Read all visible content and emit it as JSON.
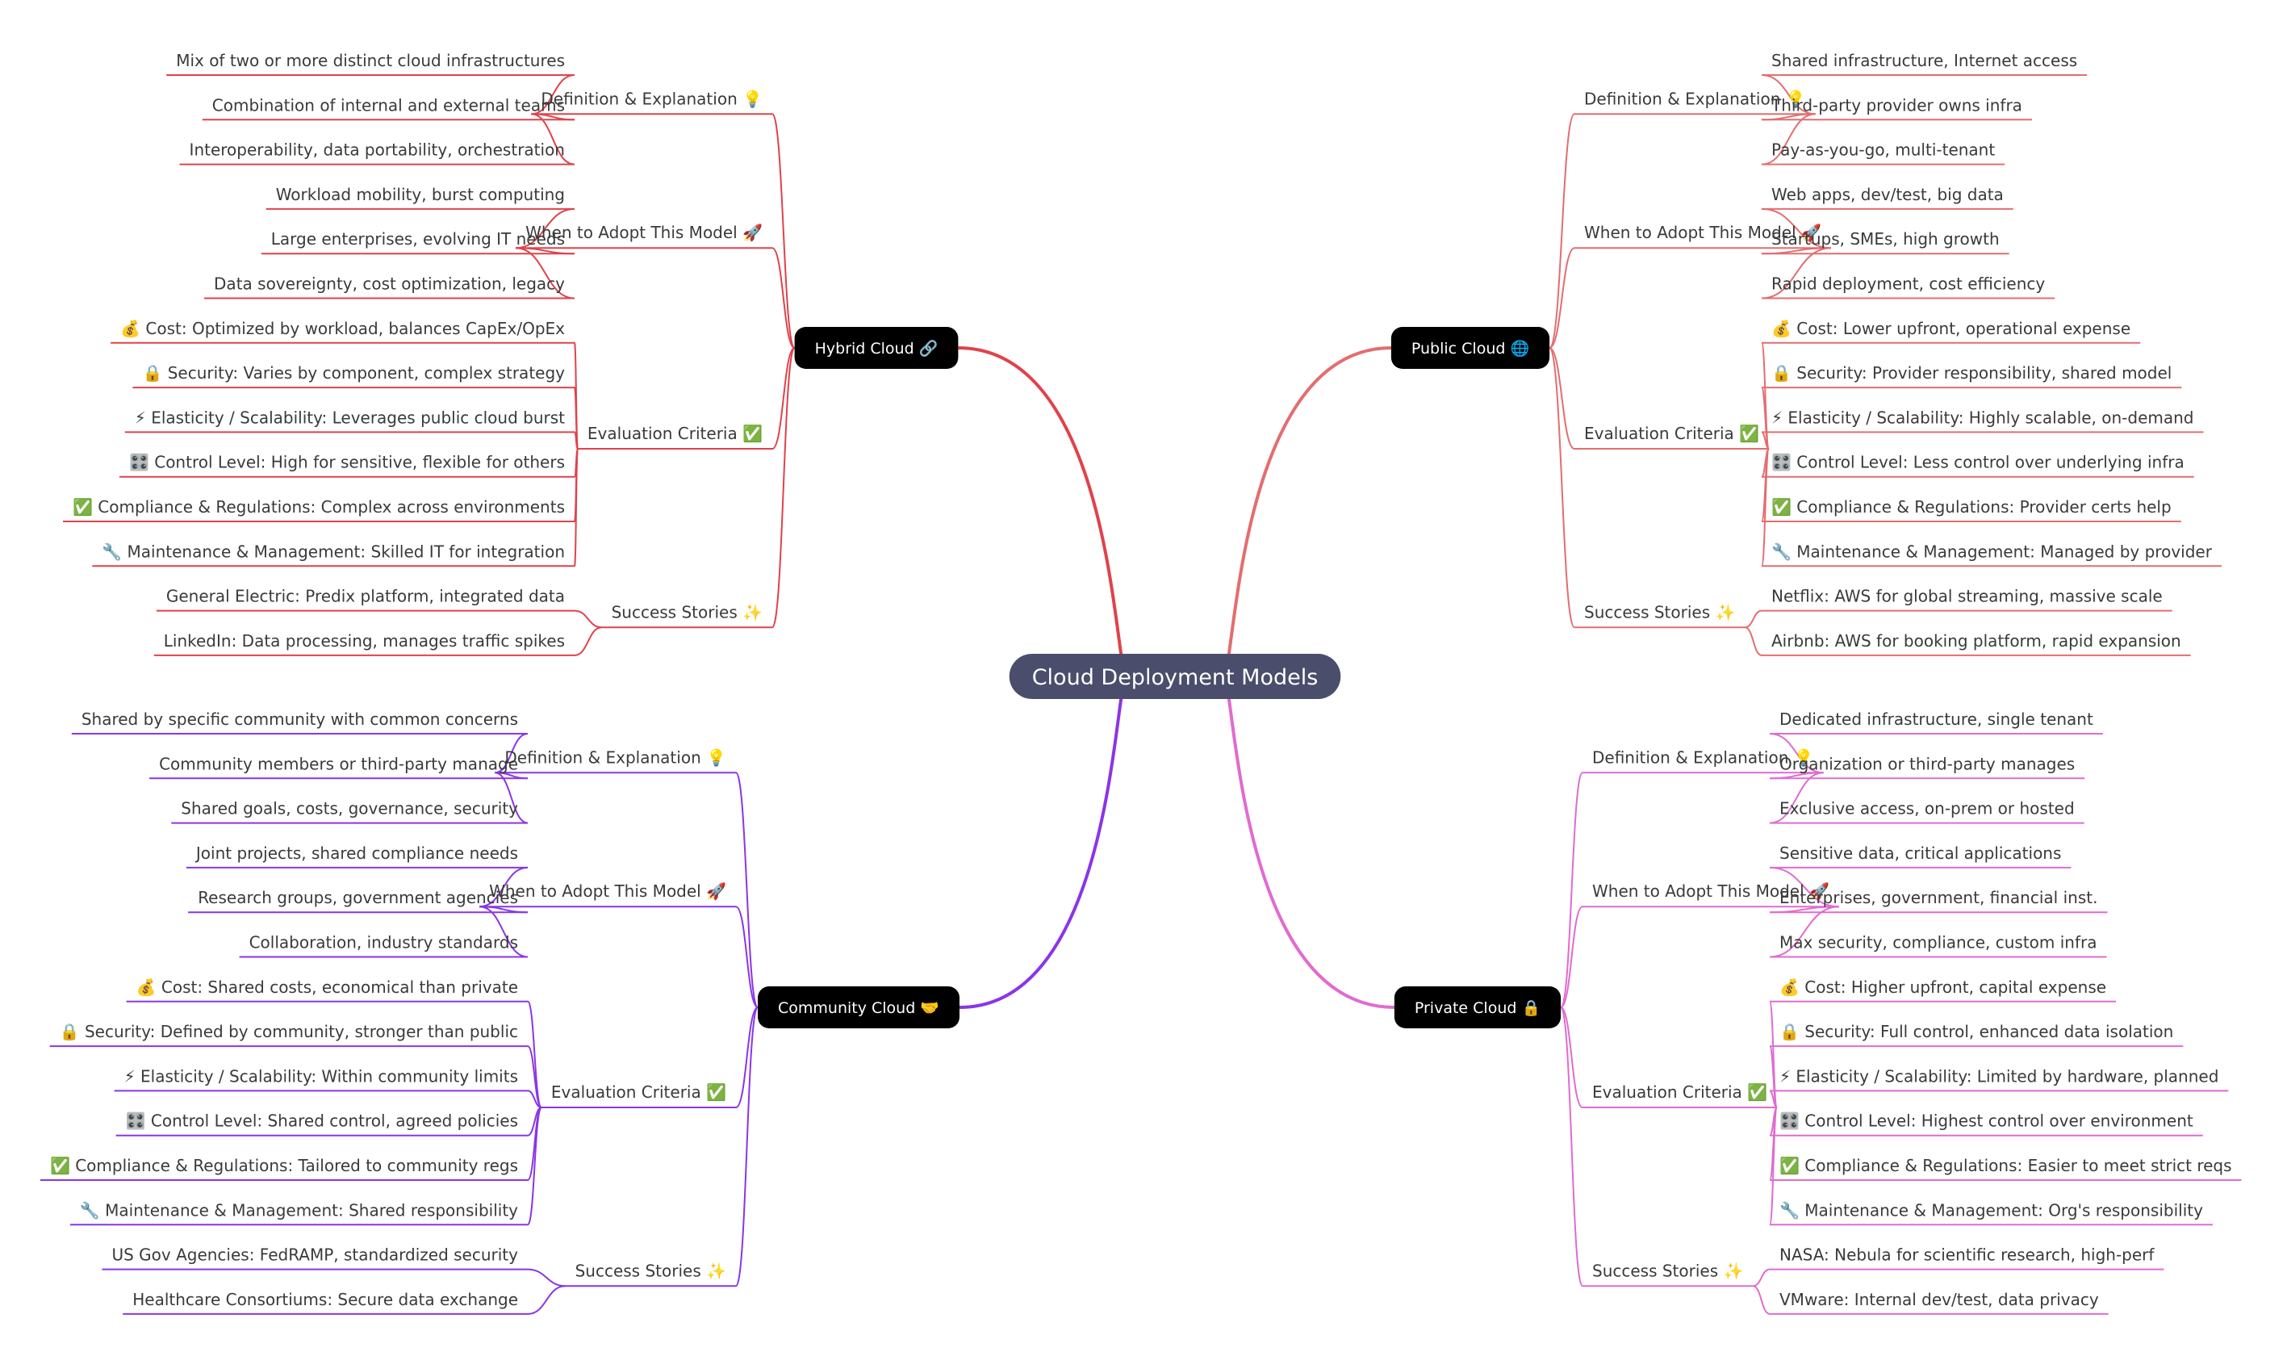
{
  "root": {
    "label": "Cloud Deployment Models",
    "color": "#4a4d6b"
  },
  "categories": [
    {
      "key": "hybrid",
      "label": "Hybrid Cloud 🔗",
      "side": "left",
      "color": "#e0424b",
      "branches": [
        {
          "label": "Definition & Explanation 💡",
          "leaves": [
            "Mix of two or more distinct cloud infrastructures",
            "Combination of internal and external teams",
            "Interoperability, data portability, orchestration"
          ]
        },
        {
          "label": "When to Adopt This Model 🚀",
          "leaves": [
            "Workload mobility, burst computing",
            "Large enterprises, evolving IT needs",
            "Data sovereignty, cost optimization, legacy"
          ]
        },
        {
          "label": "Evaluation Criteria ✅",
          "leaves": [
            "💰 Cost: Optimized by workload, balances CapEx/OpEx",
            "🔒 Security: Varies by component, complex strategy",
            "⚡ Elasticity / Scalability: Leverages public cloud burst",
            "🎛️ Control Level: High for sensitive, flexible for others",
            "✅ Compliance & Regulations: Complex across environments",
            "🔧 Maintenance & Management: Skilled IT for integration"
          ]
        },
        {
          "label": "Success Stories ✨",
          "leaves": [
            "General Electric: Predix platform, integrated data",
            "LinkedIn: Data processing, manages traffic spikes"
          ]
        }
      ]
    },
    {
      "key": "public",
      "label": "Public Cloud 🌐",
      "side": "right",
      "color": "#e36d70",
      "branches": [
        {
          "label": "Definition & Explanation 💡",
          "leaves": [
            "Shared infrastructure, Internet access",
            "Third-party provider owns infra",
            "Pay-as-you-go, multi-tenant"
          ]
        },
        {
          "label": "When to Adopt This Model 🚀",
          "leaves": [
            "Web apps, dev/test, big data",
            "Startups, SMEs, high growth",
            "Rapid deployment, cost efficiency"
          ]
        },
        {
          "label": "Evaluation Criteria ✅",
          "leaves": [
            "💰 Cost: Lower upfront, operational expense",
            "🔒 Security: Provider responsibility, shared model",
            "⚡ Elasticity / Scalability: Highly scalable, on-demand",
            "🎛️ Control Level: Less control over underlying infra",
            "✅ Compliance & Regulations: Provider certs help",
            "🔧 Maintenance & Management: Managed by provider"
          ]
        },
        {
          "label": "Success Stories ✨",
          "leaves": [
            "Netflix: AWS for global streaming, massive scale",
            "Airbnb: AWS for booking platform, rapid expansion"
          ]
        }
      ]
    },
    {
      "key": "community",
      "label": "Community Cloud 🤝",
      "side": "left",
      "color": "#8a35e6",
      "branches": [
        {
          "label": "Definition & Explanation 💡",
          "leaves": [
            "Shared by specific community with common concerns",
            "Community members or third-party manage",
            "Shared goals, costs, governance, security"
          ]
        },
        {
          "label": "When to Adopt This Model 🚀",
          "leaves": [
            "Joint projects, shared compliance needs",
            "Research groups, government agencies",
            "Collaboration, industry standards"
          ]
        },
        {
          "label": "Evaluation Criteria ✅",
          "leaves": [
            "💰 Cost: Shared costs, economical than private",
            "🔒 Security: Defined by community, stronger than public",
            "⚡ Elasticity / Scalability: Within community limits",
            "🎛️ Control Level: Shared control, agreed policies",
            "✅ Compliance & Regulations: Tailored to community regs",
            "🔧 Maintenance & Management: Shared responsibility"
          ]
        },
        {
          "label": "Success Stories ✨",
          "leaves": [
            "US Gov Agencies: FedRAMP, standardized security",
            "Healthcare Consortiums: Secure data exchange"
          ]
        }
      ]
    },
    {
      "key": "private",
      "label": "Private Cloud 🔒",
      "side": "right",
      "color": "#e06bd0",
      "branches": [
        {
          "label": "Definition & Explanation 💡",
          "leaves": [
            "Dedicated infrastructure, single tenant",
            "Organization or third-party manages",
            "Exclusive access, on-prem or hosted"
          ]
        },
        {
          "label": "When to Adopt This Model 🚀",
          "leaves": [
            "Sensitive data, critical applications",
            "Enterprises, government, financial inst.",
            "Max security, compliance, custom infra"
          ]
        },
        {
          "label": "Evaluation Criteria ✅",
          "leaves": [
            "💰 Cost: Higher upfront, capital expense",
            "🔒 Security: Full control, enhanced data isolation",
            "⚡ Elasticity / Scalability: Limited by hardware, planned",
            "🎛️ Control Level: Highest control over environment",
            "✅ Compliance & Regulations: Easier to meet strict reqs",
            "🔧 Maintenance & Management: Org's responsibility"
          ]
        },
        {
          "label": "Success Stories ✨",
          "leaves": [
            "NASA: Nebula for scientific research, high-perf",
            "VMware: Internal dev/test, data privacy"
          ]
        }
      ]
    }
  ]
}
